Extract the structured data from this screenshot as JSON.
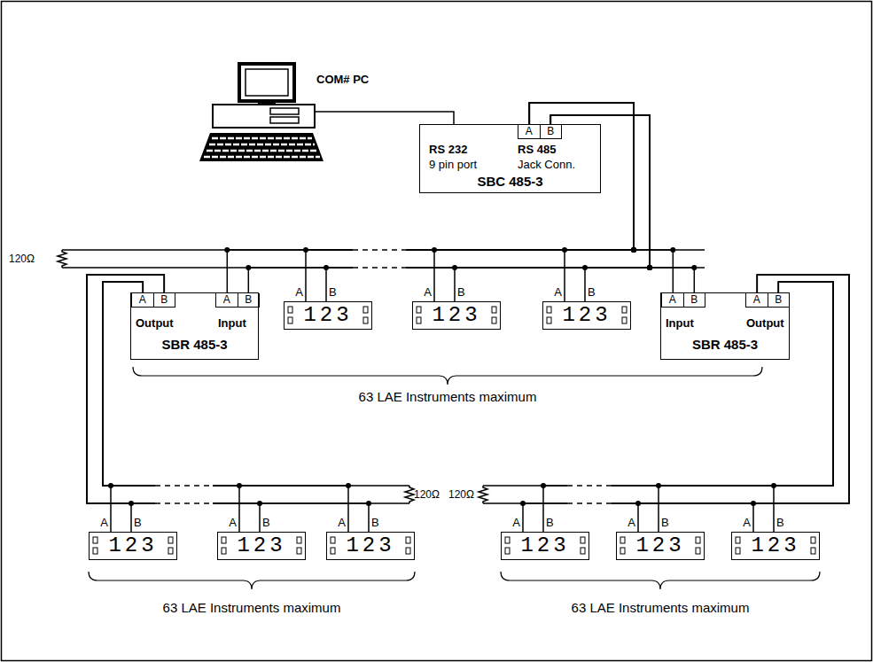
{
  "diagram": {
    "nodes": [
      {
        "text": [
          "COM# PC"
        ]
      },
      {
        "text": [
          "A",
          "B",
          "RS 232",
          "9 pin port",
          "RS 485",
          "Jack Conn.",
          "SBC 485-3"
        ]
      },
      {
        "text": [
          "A",
          "B",
          "Output",
          "A",
          "B",
          "Input",
          "SBR 485-3"
        ]
      },
      {
        "text": [
          "123"
        ]
      },
      {
        "text": [
          "123"
        ]
      },
      {
        "text": [
          "123"
        ]
      },
      {
        "text": [
          "A",
          "B",
          "Input",
          "A",
          "B",
          "Output",
          "SBR 485-3"
        ]
      },
      {
        "text": [
          "123"
        ]
      },
      {
        "text": [
          "123"
        ]
      },
      {
        "text": [
          "123"
        ]
      },
      {
        "text": [
          "123"
        ]
      },
      {
        "text": [
          "123"
        ]
      },
      {
        "text": [
          "123"
        ]
      }
    ],
    "edges": [
      {
        "from": 0,
        "to": 1,
        "arrow": "none"
      },
      {
        "from": 1,
        "to": 2,
        "arrow": "none"
      },
      {
        "from": 1,
        "to": 3,
        "arrow": "none"
      },
      {
        "from": 1,
        "to": 4,
        "arrow": "none"
      },
      {
        "from": 1,
        "to": 5,
        "arrow": "none"
      },
      {
        "from": 1,
        "to": 6,
        "arrow": "none"
      },
      {
        "from": 2,
        "to": 7,
        "arrow": "none"
      },
      {
        "from": 2,
        "to": 8,
        "arrow": "none"
      },
      {
        "from": 2,
        "to": 9,
        "arrow": "none"
      },
      {
        "from": 6,
        "to": 10,
        "arrow": "none"
      },
      {
        "from": 6,
        "to": 11,
        "arrow": "none"
      },
      {
        "from": 6,
        "to": 12,
        "arrow": "none"
      }
    ],
    "labels": [
      "120Ω",
      "A",
      "B",
      "A",
      "B",
      "A",
      "B",
      "63 LAE Instruments maximum",
      "120Ω",
      "120Ω",
      "A",
      "B",
      "A",
      "B",
      "A",
      "B",
      "A",
      "B",
      "A",
      "B",
      "A",
      "B",
      "63 LAE Instruments maximum",
      "63 LAE Instruments maximum"
    ]
  }
}
